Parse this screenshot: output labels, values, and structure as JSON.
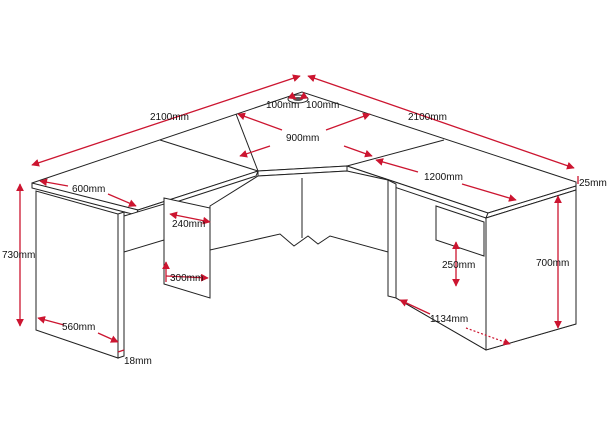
{
  "dimensions": {
    "left_run_length": "2100mm",
    "right_run_length": "2100mm",
    "cable_port_left": "100mm",
    "cable_port_right": "100mm",
    "corner_width": "900mm",
    "left_depth": "600mm",
    "right_return": "1200mm",
    "top_thickness": "25mm",
    "modesty_panel_height_left": "240mm",
    "modesty_panel_gap_left": "300mm",
    "desk_height": "730mm",
    "leg_depth": "560mm",
    "panel_thickness": "18mm",
    "modesty_panel_height_right": "250mm",
    "leg_panel_height": "700mm",
    "right_leg_depth": "1134mm"
  },
  "colors": {
    "dimension_line": "#cc1530",
    "outline": "#222222"
  }
}
